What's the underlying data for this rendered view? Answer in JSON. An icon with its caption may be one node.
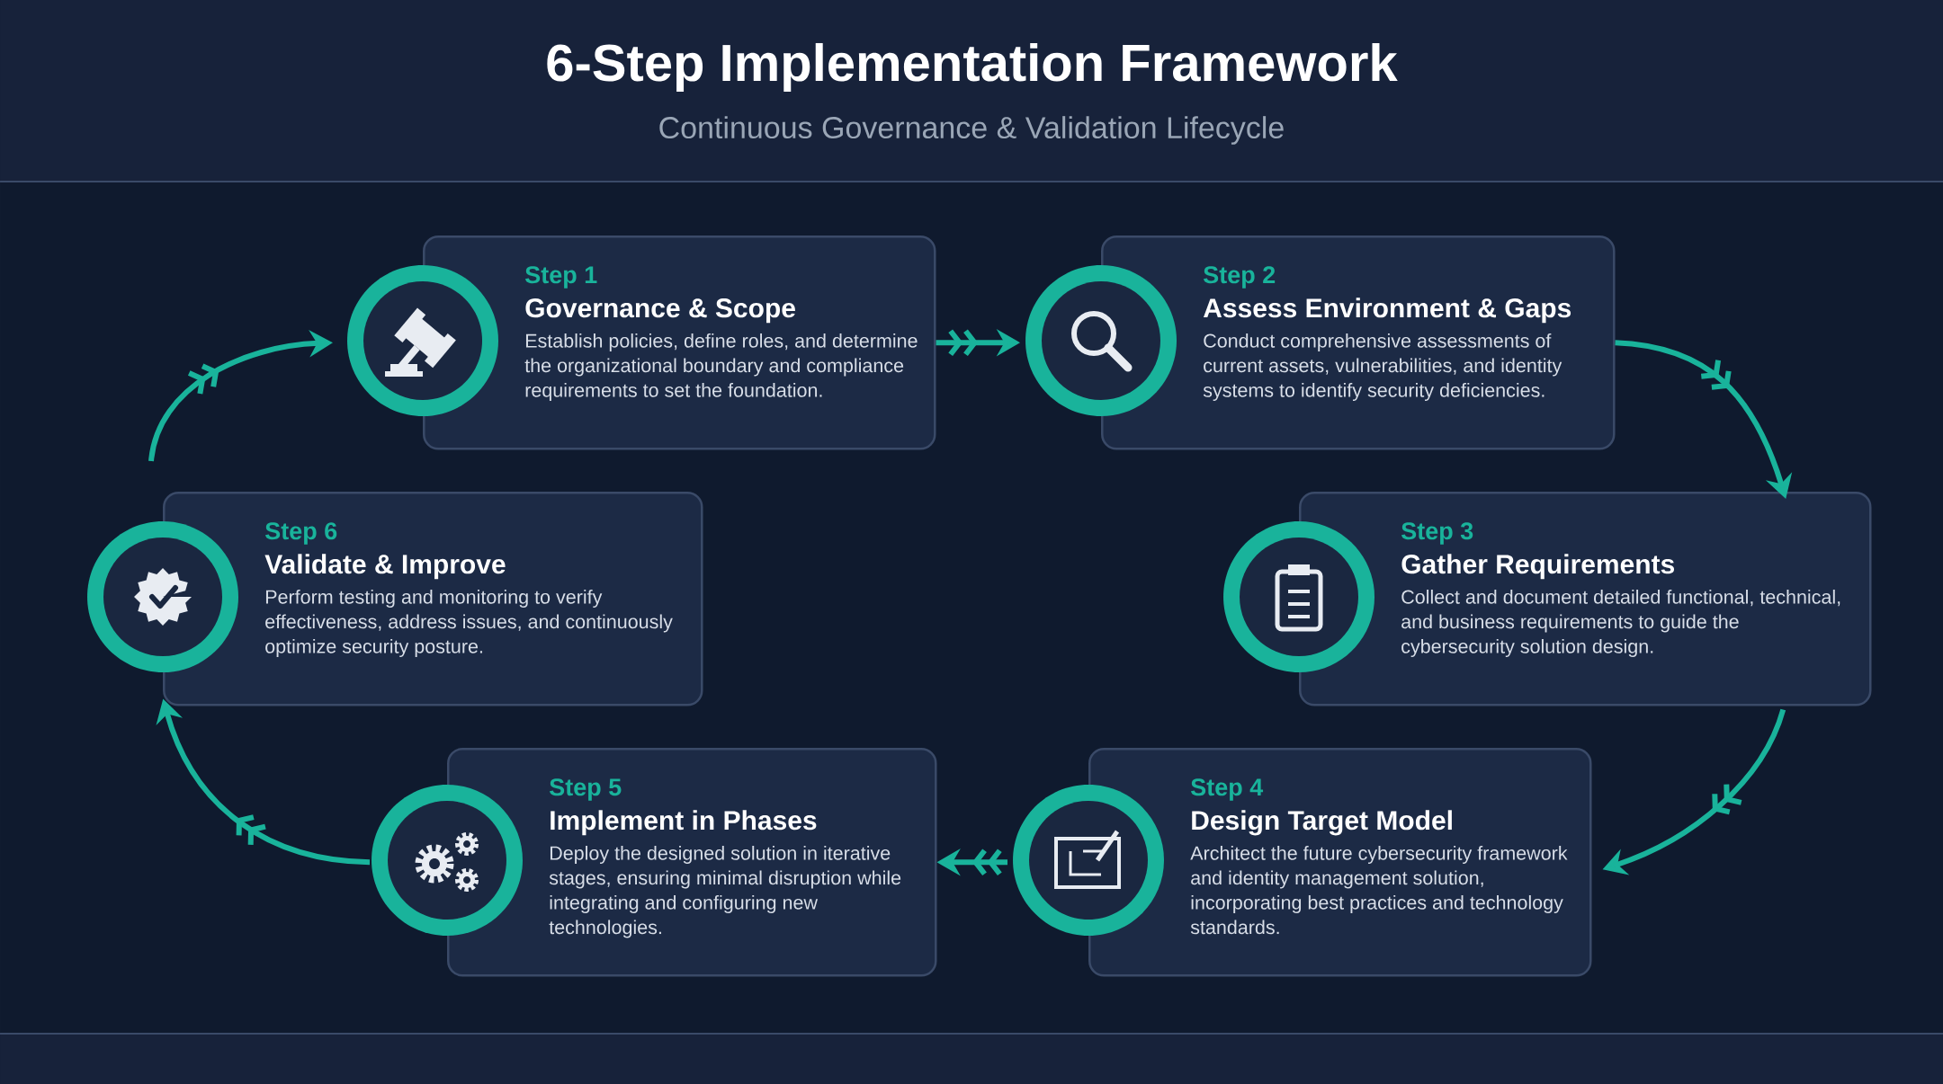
{
  "diagram": {
    "title": "6-Step Implementation Framework",
    "nodes": [
      {
        "text": [
          "Step 1",
          "Governance & Scope",
          "Establish policies, define roles, and determine the organizational boundary and compliance requirements to set the foundation."
        ]
      },
      {
        "text": [
          "Step 2",
          "Assess Environment & Gaps",
          "Conduct comprehensive assessments of current assets, vulnerabilities, and identity systems to identify security deficiencies."
        ]
      },
      {
        "text": [
          "Step 3",
          "Gather Requirements",
          "Collect and document detailed functional, technical, and business requirements to guide the cybersecurity solution design."
        ]
      },
      {
        "text": [
          "Step 4",
          "Design Target Model",
          "Architect the future cybersecurity framework and identity management solution, incorporating best practices and technology standards."
        ]
      },
      {
        "text": [
          "Step 5",
          "Implement in Phases",
          "Deploy the designed solution in iterative stages, ensuring minimal disruption while integrating and configuring new technologies."
        ]
      },
      {
        "text": [
          "Step 6",
          "Validate & Improve",
          "Perform testing and monitoring to verify effectiveness, address issues, and continuously optimize security posture."
        ]
      }
    ],
    "edges": [
      {
        "from": 0,
        "to": 1,
        "arrow": "to"
      },
      {
        "from": 1,
        "to": 2,
        "arrow": "to"
      },
      {
        "from": 2,
        "to": 3,
        "arrow": "to"
      },
      {
        "from": 3,
        "to": 4,
        "arrow": "to"
      },
      {
        "from": 4,
        "to": 5,
        "arrow": "to"
      },
      {
        "from": 5,
        "to": 0,
        "arrow": "to"
      }
    ],
    "labels": [
      "Continuous Governance & Validation Lifecycle"
    ]
  }
}
